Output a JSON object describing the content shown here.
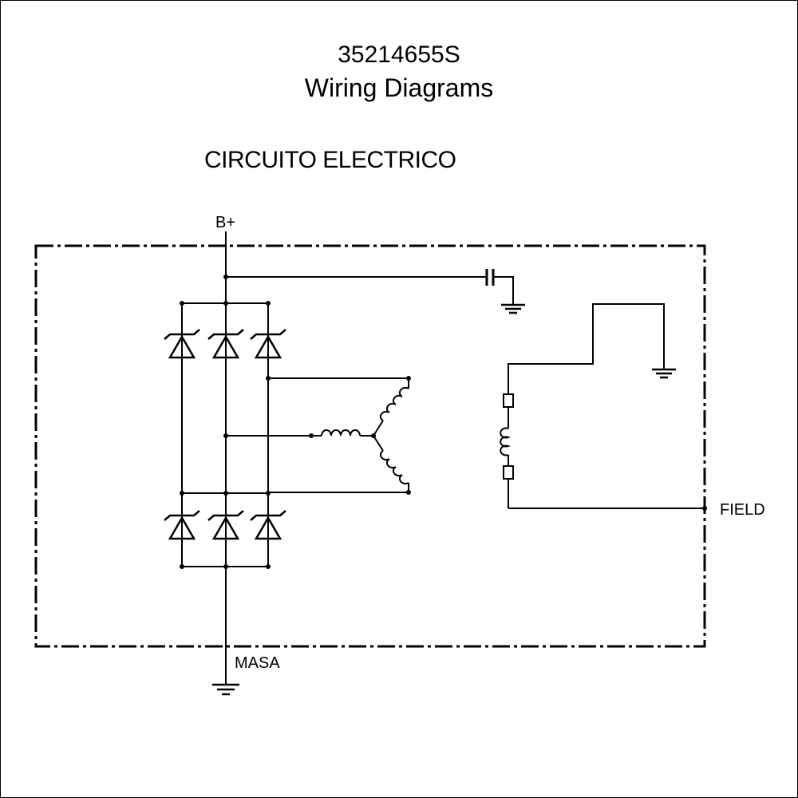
{
  "header": {
    "title": "35214655S",
    "subtitle": "Wiring Diagrams"
  },
  "diagram": {
    "heading": "CIRCUITO ELECTRICO",
    "labels": {
      "b_plus": "B+",
      "field": "FIELD",
      "masa": "MASA"
    },
    "colors": {
      "line": "#000000",
      "background": "#ffffff"
    }
  }
}
